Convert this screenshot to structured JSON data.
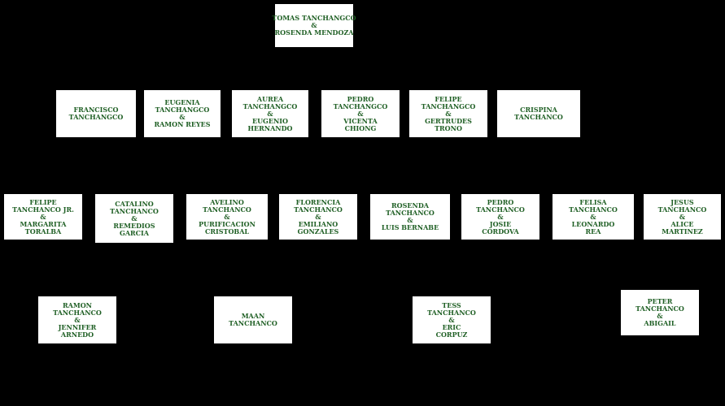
{
  "colors": {
    "background": "#000000",
    "box_fill": "#ffffff",
    "box_border": "#000000",
    "connector": "#000000",
    "text": "#1f5f24"
  },
  "root": {
    "lines": [
      "TOMAS TANCHANGCO",
      "&",
      "ROSENDA MENDOZA"
    ]
  },
  "children": [
    {
      "lines": [
        "FRANCISCO",
        "TANCHANGCO"
      ]
    },
    {
      "lines": [
        "EUGENIA",
        "TANCHANGCO",
        "&",
        "RAMON REYES"
      ]
    },
    {
      "lines": [
        "AUREA",
        "TANCHANGCO",
        "&",
        "EUGENIO",
        "HERNANDO"
      ]
    },
    {
      "lines": [
        "PEDRO",
        "TANCHANGCO",
        "&",
        "VICENTA",
        "CHIONG"
      ]
    },
    {
      "lines": [
        "FELIPE",
        "TANCHANGCO",
        "&",
        "GERTRUDES",
        "TRONO"
      ]
    },
    {
      "lines": [
        "CRISPINA",
        "TANCHANCO"
      ]
    }
  ],
  "grandchildren": [
    {
      "lines": [
        "FELIPE",
        "TANCHANCO JR.",
        "&",
        "MARGARITA",
        "TORALBA"
      ]
    },
    {
      "lines": [
        "CATALINO",
        "TANCHANCO",
        "&",
        "REMEDIOS",
        "GARCIA"
      ]
    },
    {
      "lines": [
        "AVELINO",
        "TANCHANCO",
        "&",
        "PURIFICACION",
        "CRISTOBAL"
      ]
    },
    {
      "lines": [
        "FLORENCIA",
        "TANCHANCO",
        "&",
        "EMILIANO",
        "GONZALES"
      ]
    },
    {
      "lines": [
        "ROSENDA",
        "TANCHANCO",
        "&",
        "LUIS BERNABE"
      ]
    },
    {
      "lines": [
        "PEDRO",
        "TANCHANCO",
        "&",
        "JOSIE",
        "CORDOVA"
      ]
    },
    {
      "lines": [
        "FELISA",
        "TANCHANCO",
        "&",
        "LEONARDO",
        "REA"
      ]
    },
    {
      "lines": [
        "JESUS",
        "TANCHANCO",
        "&",
        "ALICE",
        "MARTINEZ"
      ]
    }
  ],
  "great_grandchildren": [
    {
      "lines": [
        "RAMON",
        "TANCHANCO",
        "&",
        "JENNIFER",
        "ARNEDO"
      ]
    },
    {
      "lines": [
        "MAAN",
        "TANCHANCO"
      ]
    },
    {
      "lines": [
        "TESS",
        "TANCHANCO",
        "&",
        "ERIC",
        "CORPUZ"
      ]
    },
    {
      "lines": [
        "PETER",
        "TANCHANCO",
        "&",
        "ABIGAIL"
      ]
    }
  ]
}
